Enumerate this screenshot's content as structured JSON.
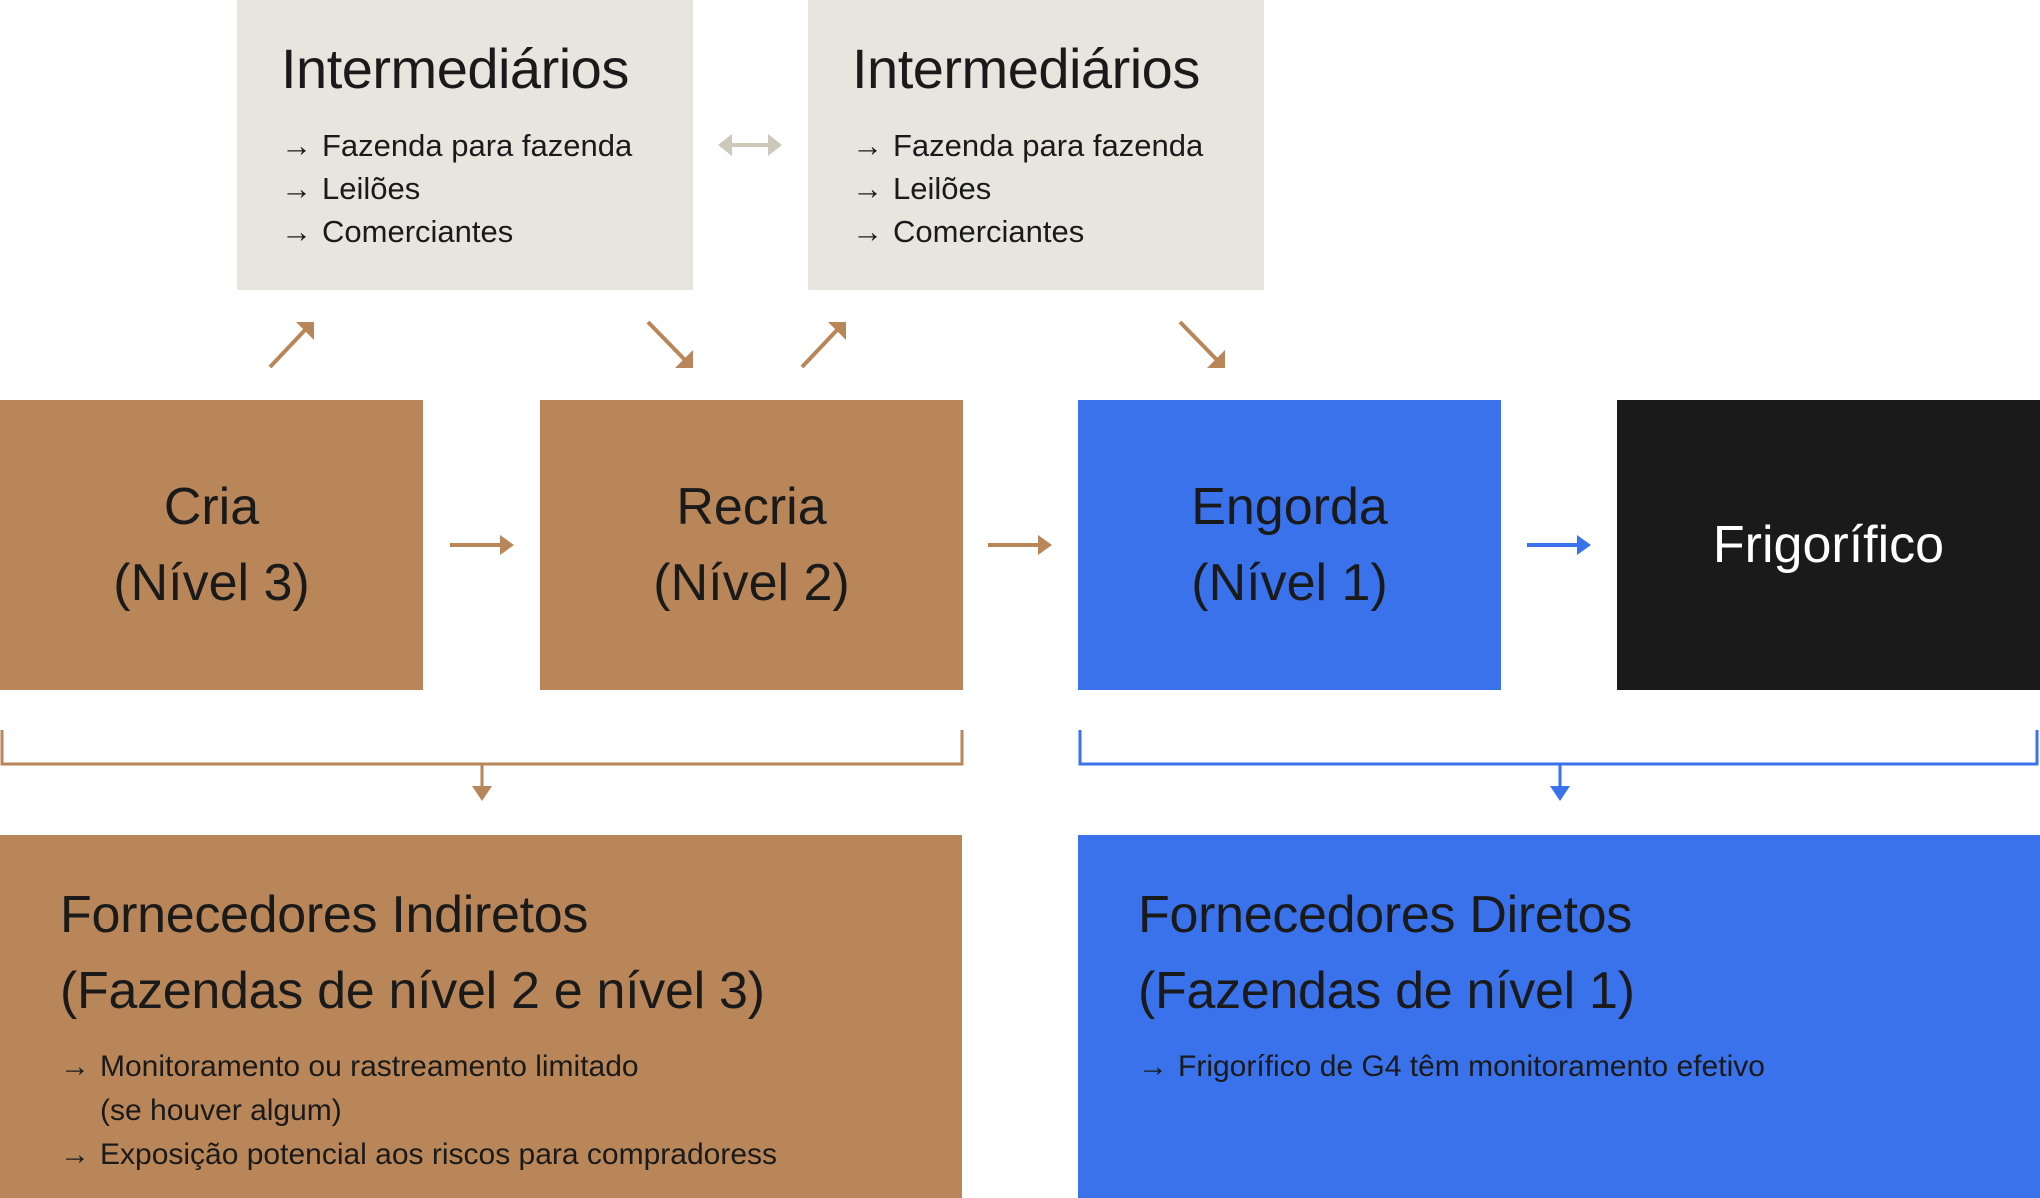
{
  "colors": {
    "indirect": "#b98659",
    "direct": "#3a72eb",
    "slaughterhouse": "#1a1a1a",
    "intermediary_bg": "#e7e5dd",
    "intermediary_arrow": "#cdc8ba",
    "text_dark": "#1a1a1a",
    "text_light": "#ffffff"
  },
  "arrow_glyph": "→",
  "intermediaries": [
    {
      "title": "Intermediários",
      "items": [
        "Fazenda para fazenda",
        "Leilões",
        "Comerciantes"
      ]
    },
    {
      "title": "Intermediários",
      "items": [
        "Fazenda para fazenda",
        "Leilões",
        "Comerciantes"
      ]
    }
  ],
  "stages": [
    {
      "line1": "Cria",
      "line2": "(Nível 3)"
    },
    {
      "line1": "Recria",
      "line2": "(Nível 2)"
    },
    {
      "line1": "Engorda",
      "line2": "(Nível 1)"
    },
    {
      "line1": "Frigorífico"
    }
  ],
  "suppliers": {
    "indirect": {
      "title_line1": "Fornecedores Indiretos",
      "title_line2": "(Fazendas de nível 2 e nível 3)",
      "items": [
        "Monitoramento ou rastreamento limitado",
        "(se houver algum)",
        "Exposição potencial aos riscos para compradoress"
      ]
    },
    "direct": {
      "title_line1": "Fornecedores Diretos",
      "title_line2": "(Fazendas de nível 1)",
      "items": [
        "Frigorífico de G4 têm monitoramento efetivo"
      ]
    }
  }
}
